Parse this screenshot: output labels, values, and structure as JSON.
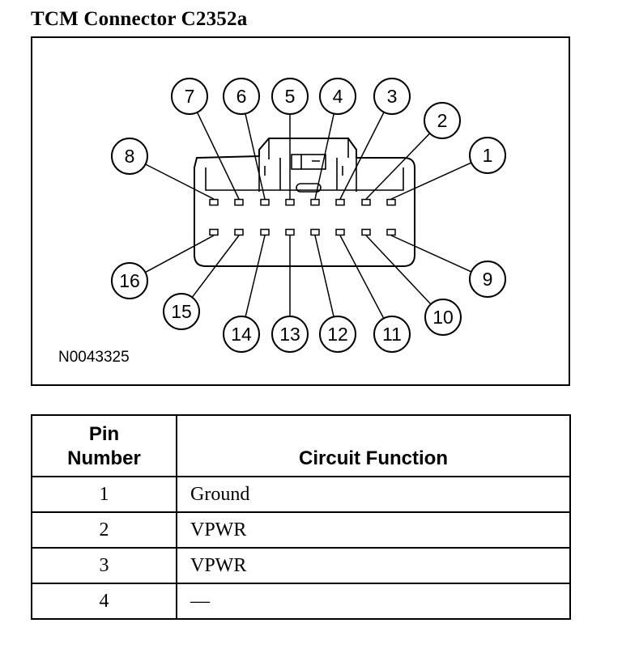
{
  "page": {
    "title": "TCM Connector C2352a"
  },
  "diagram": {
    "figure_id": "N0043325",
    "top_row_pins": [
      "8",
      "7",
      "6",
      "5",
      "4",
      "3",
      "2",
      "1"
    ],
    "bottom_row_pins": [
      "16",
      "15",
      "14",
      "13",
      "12",
      "11",
      "10",
      "9"
    ]
  },
  "table": {
    "header": {
      "pin_line1": "Pin",
      "pin_line2": "Number",
      "function": "Circuit Function"
    },
    "rows": [
      {
        "pin": "1",
        "function": "Ground"
      },
      {
        "pin": "2",
        "function": "VPWR"
      },
      {
        "pin": "3",
        "function": "VPWR"
      },
      {
        "pin": "4",
        "function": "—"
      }
    ]
  }
}
